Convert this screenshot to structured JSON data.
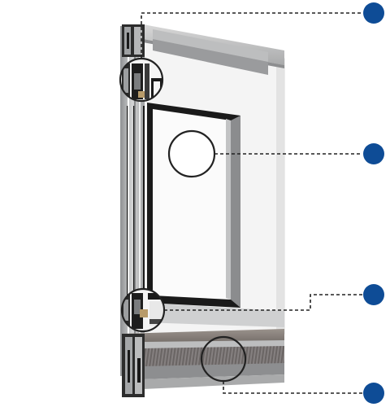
{
  "diagram": {
    "subject": "aluminium-door-profile-cross-section",
    "callout_count": 4,
    "colors": {
      "callout_dot": "#0e4c96",
      "leader_line": "#222222",
      "aluminium_light": "#c9cacb",
      "aluminium_dark": "#6e6a68",
      "panel_white": "#f6f6f6",
      "glass_frame_black": "#1a1a1a",
      "gasket_bronze": "#7d7570"
    },
    "callouts": [
      {
        "id": "top-profile",
        "target": "top-frame-section"
      },
      {
        "id": "glazing-bead",
        "target": "inner-glass-frame"
      },
      {
        "id": "middle-rail",
        "target": "lower-transom-section"
      },
      {
        "id": "bottom-rail",
        "target": "bottom-ribbed-rail"
      }
    ]
  }
}
